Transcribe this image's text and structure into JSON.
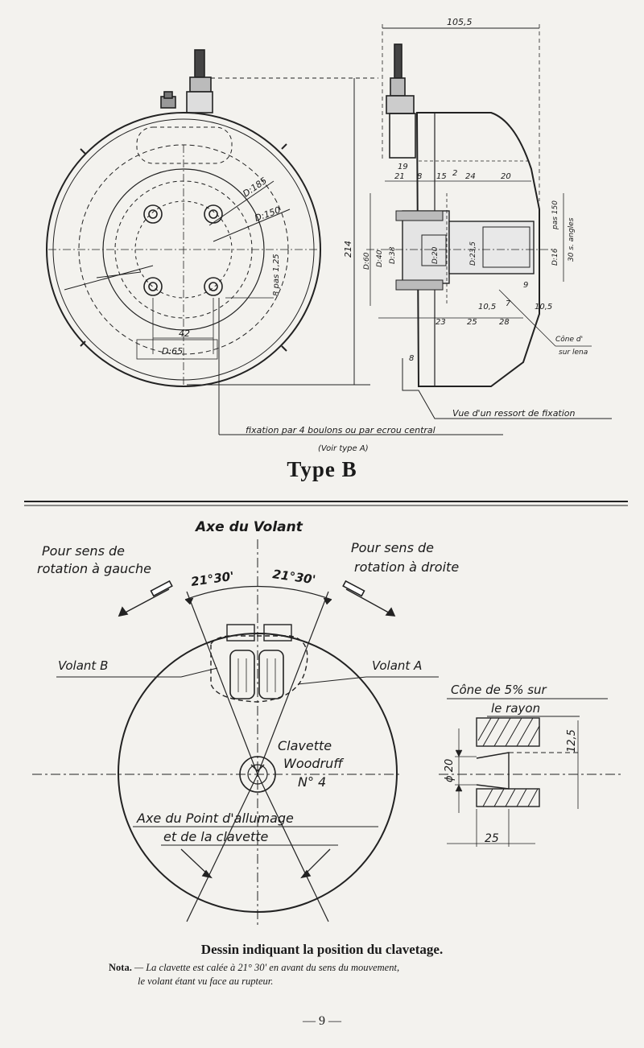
{
  "top_figure": {
    "title": "Type B",
    "dims_front": {
      "d185": "D:185",
      "d150": "D:150",
      "d65": "D:65",
      "dim_42": "42",
      "dim_8pas125": "8 pas 1,25",
      "dim_214": "214"
    },
    "dims_side": {
      "dim_1055": "105,5",
      "dim_19": "19",
      "dim_21": "21",
      "dim_8a": "8",
      "dim_15": "15",
      "dim_2": "2",
      "dim_24": "24",
      "dim_20": "20",
      "d60": "D:60",
      "d40": "D:40",
      "d38": "D:38",
      "d20": "D:20",
      "d235": "D:23,5",
      "d16": "D:16",
      "pas150": "pas 150",
      "s_angles": "30 s. angles",
      "dim_9": "9",
      "dim_105a": "10,5",
      "dim_7": "7",
      "dim_105b": "10,5",
      "dim_23": "23",
      "dim_25": "25",
      "dim_28": "28",
      "dim_8b": "8",
      "cone_line1": "Cône d'",
      "cone_line2": "sur lena"
    },
    "notes": {
      "ressort": "Vue d'un ressort de fixation",
      "fixation": "fixation par 4 boulons ou par ecrou central",
      "voir": "(Voir type A)"
    }
  },
  "bottom_figure": {
    "axe_volant": "Axe du Volant",
    "gauche_line1": "Pour sens de",
    "gauche_line2": "rotation à gauche",
    "droite_line1": "Pour sens de",
    "droite_line2": "rotation à droite",
    "angle_left": "21°30'",
    "angle_right": "21°30'",
    "volant_b": "Volant B",
    "volant_a": "Volant A",
    "clavette_line1": "Clavette",
    "clavette_line2": "Woodruff",
    "clavette_line3": "N° 4",
    "axe_point_line1": "Axe du Point d'allumage",
    "axe_point_line2": "et de la clavette",
    "cone_line1": "Cône de 5% sur",
    "cone_line2": "le rayon",
    "dim_125": "12,5",
    "dim_phi20": "ϕ 20",
    "dim_25": "25"
  },
  "caption": "Dessin indiquant la position du clavetage.",
  "nota": {
    "label": "Nota.",
    "line1": "— La clavette est calée à 21° 30' en avant du sens du mouvement,",
    "line2": "le volant étant vu face au rupteur."
  },
  "page_number": "— 9 —"
}
